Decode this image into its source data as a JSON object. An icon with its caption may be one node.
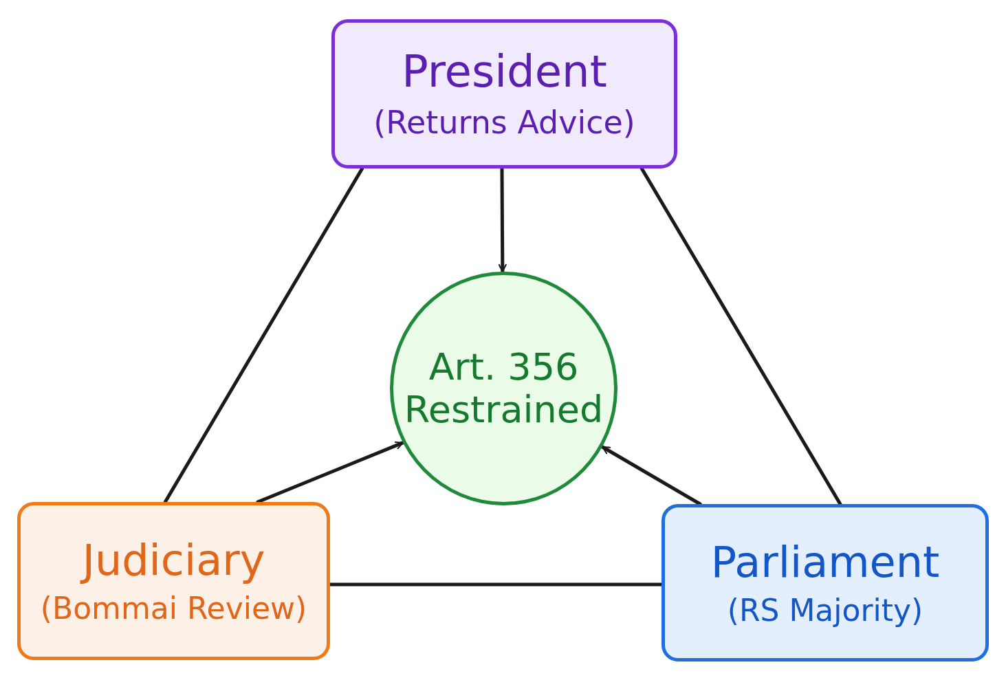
{
  "diagram": {
    "nodes": [
      {
        "text": [
          "President",
          "(Returns Advice)"
        ]
      },
      {
        "text": [
          "Art. 356 Restrained"
        ]
      },
      {
        "text": [
          "Judiciary",
          "(Bommai Review)"
        ]
      },
      {
        "text": [
          "Parliament",
          "(RS Majority)"
        ]
      }
    ],
    "edges": [
      {
        "from": 0,
        "to": 1,
        "arrow": "to"
      },
      {
        "from": 2,
        "to": 1,
        "arrow": "to"
      },
      {
        "from": 3,
        "to": 1,
        "arrow": "to"
      },
      {
        "from": 0,
        "to": 2,
        "arrow": "none"
      },
      {
        "from": 0,
        "to": 3,
        "arrow": "none"
      },
      {
        "from": 2,
        "to": 3,
        "arrow": "none"
      }
    ]
  }
}
